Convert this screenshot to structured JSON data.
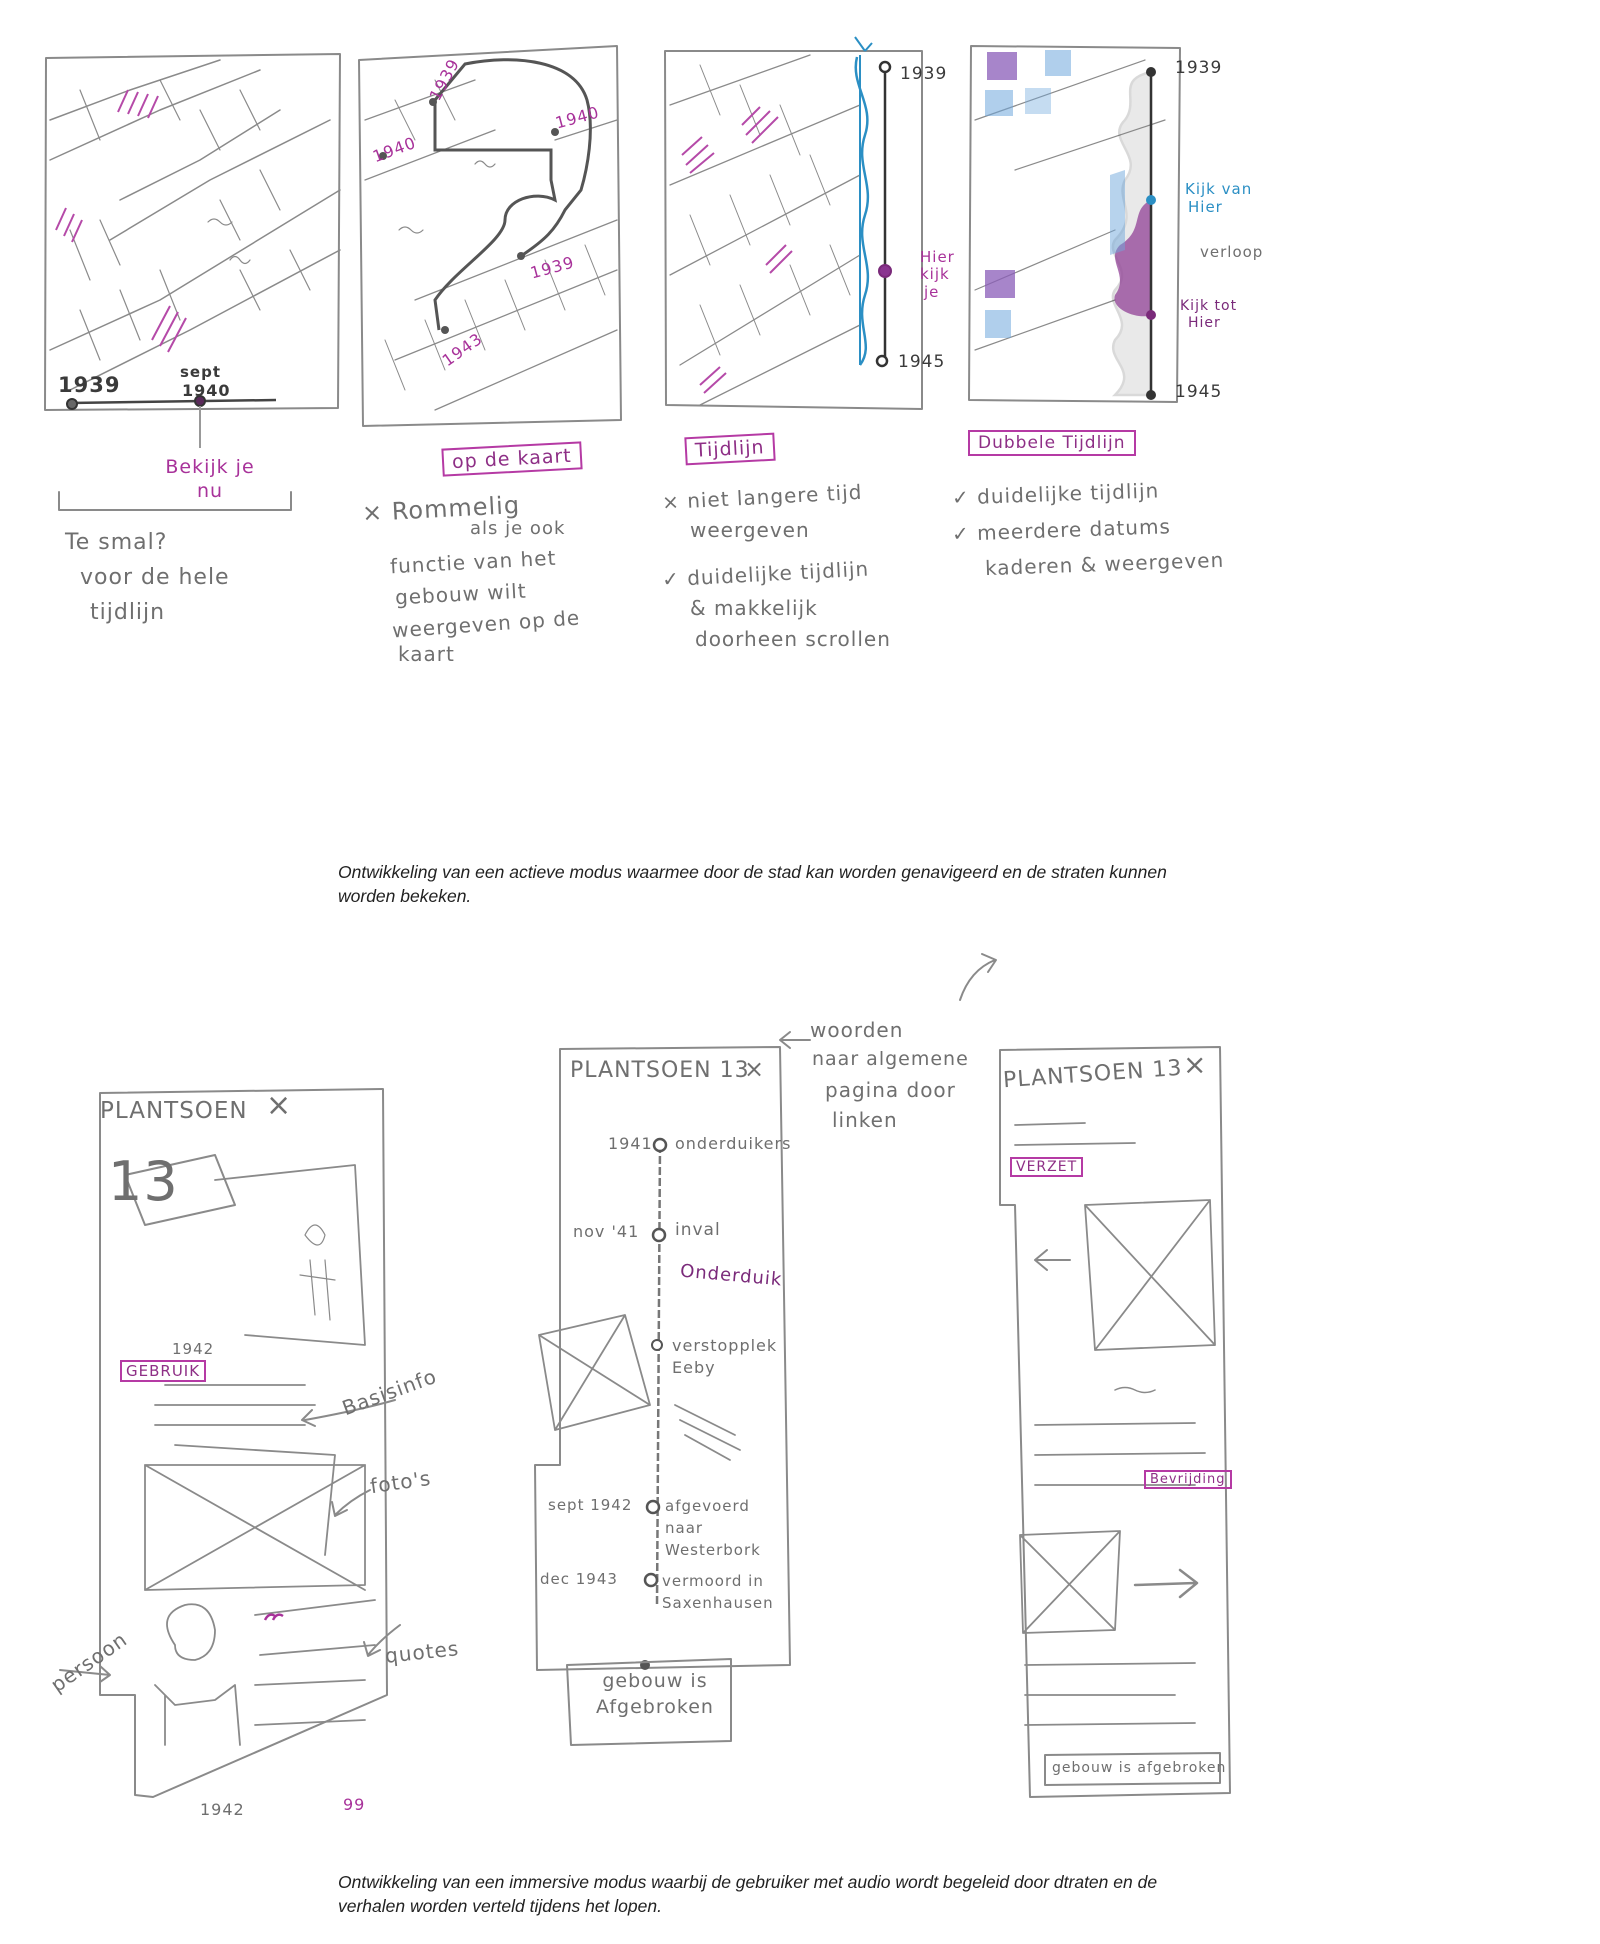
{
  "top_row": {
    "panel1": {
      "years": [
        "1939",
        "sept",
        "1940"
      ],
      "tag": "Bekijk je nu",
      "notes": [
        "Te smal?",
        "voor de hele",
        "tijdlijn"
      ]
    },
    "panel2": {
      "years": [
        "1939",
        "1940",
        "1940",
        "1939",
        "1943"
      ],
      "label": "op de kaart",
      "notes": [
        "× Rommelig",
        "als je ook",
        "functie van het",
        "gebouw wilt",
        "weergeven op de",
        "kaart"
      ]
    },
    "panel3": {
      "years": [
        "1939",
        "1945"
      ],
      "marker": [
        "Hier",
        "kijk",
        "je"
      ],
      "label": "Tijdlijn",
      "notes": [
        "× niet langere tijd",
        "weergeven",
        "✓ duidelijke tijdlijn",
        "& makkelijk",
        "doorheen scrollen"
      ]
    },
    "panel4": {
      "years": [
        "1939",
        "1945"
      ],
      "markers": [
        "Kijk van",
        "Hier",
        "verloop",
        "Kijk tot",
        "Hier"
      ],
      "label": "Dubbele Tijdlijn",
      "notes": [
        "✓ duidelijke tijdlijn",
        "✓ meerdere datums",
        "kaderen & weergeven"
      ]
    }
  },
  "caption1": "Ontwikkeling van een actieve modus waarmee door de stad kan worden genavigeerd en de straten kunnen worden bekeken.",
  "bottom_row": {
    "screen1": {
      "title": "PLANTSOEN",
      "number": "13",
      "close": "×",
      "year1": "1942",
      "tag": "GEBRUIK",
      "year2": "1942",
      "quote_mark": "99",
      "annotations": [
        "Basisinfo",
        "foto's",
        "quotes",
        "persoon"
      ]
    },
    "screen2": {
      "title": "PLANTSOEN 13",
      "close": "×",
      "timeline": [
        {
          "date": "1941",
          "text": "onderduikers"
        },
        {
          "date": "nov '41",
          "text": "inval"
        },
        {
          "date": "",
          "text": "verstopplek Eeby"
        },
        {
          "date": "sept 1942",
          "text": "afgevoerd naar Westerbork"
        },
        {
          "date": "dec 1943",
          "text": "vermoord in Saxenhausen"
        }
      ],
      "highlight": "Onderduik",
      "footer": "gebouw is Afgebroken",
      "annotation": [
        "woorden",
        "naar algemene",
        "pagina door",
        "linken"
      ]
    },
    "screen3": {
      "title": "PLANTSOEN 13",
      "close": "×",
      "tag1": "VERZET",
      "tag2": "Bevrijding",
      "footer": "gebouw is afgebroken"
    }
  },
  "caption2": "Ontwikkeling van een immersive modus waarbij de gebruiker met audio wordt begeleid door dtraten en de verhalen worden verteld tijdens het lopen.",
  "colors": {
    "pencil": "#8a8a8a",
    "purple": "#a8329a",
    "blue": "#2b8fc4",
    "dark": "#3a3a3a"
  }
}
